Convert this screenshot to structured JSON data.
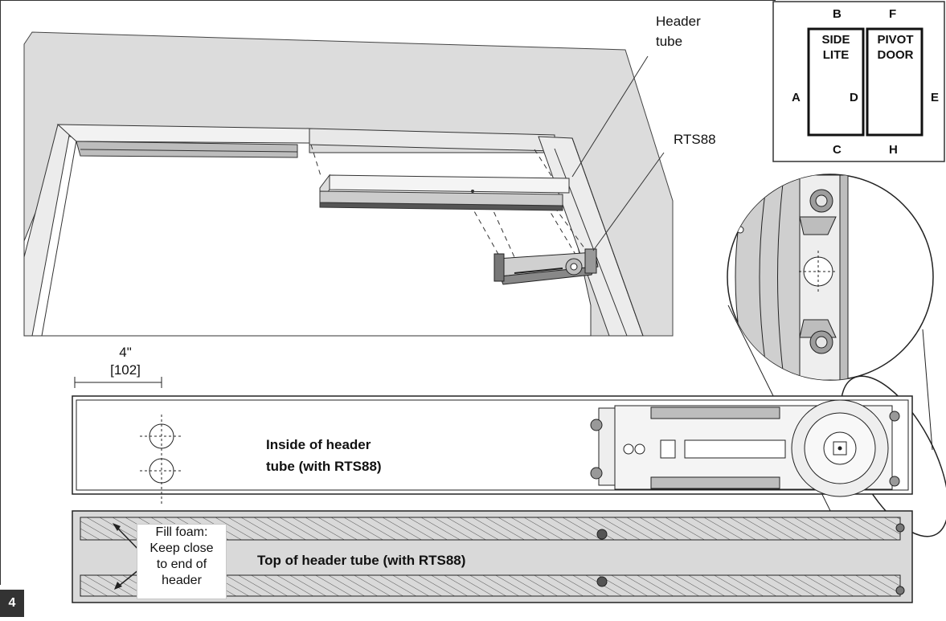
{
  "labels": {
    "header_tube": "Header\ntube",
    "rts88": "RTS88",
    "dimension": "4\"\n[102]",
    "inside_of_header": "Inside of header\ntube (with RTS88)",
    "top_of_header": "Top of header tube (with RTS88)",
    "fill_foam": "Fill foam:\nKeep close\nto end of\nheader"
  },
  "key_diagram": {
    "top_left": "B",
    "top_right": "F",
    "left": "A",
    "right": "E",
    "mid": "D",
    "bottom_left": "C",
    "bottom_right": "H",
    "panel_left": "SIDE\nLITE",
    "panel_right": "PIVOT\nDOOR"
  },
  "page_number": "4",
  "colors": {
    "panel_gray": "#dcdcdc",
    "tube_gray": "#d9d9d9",
    "line": "#222222",
    "page_tab": "#333333"
  }
}
